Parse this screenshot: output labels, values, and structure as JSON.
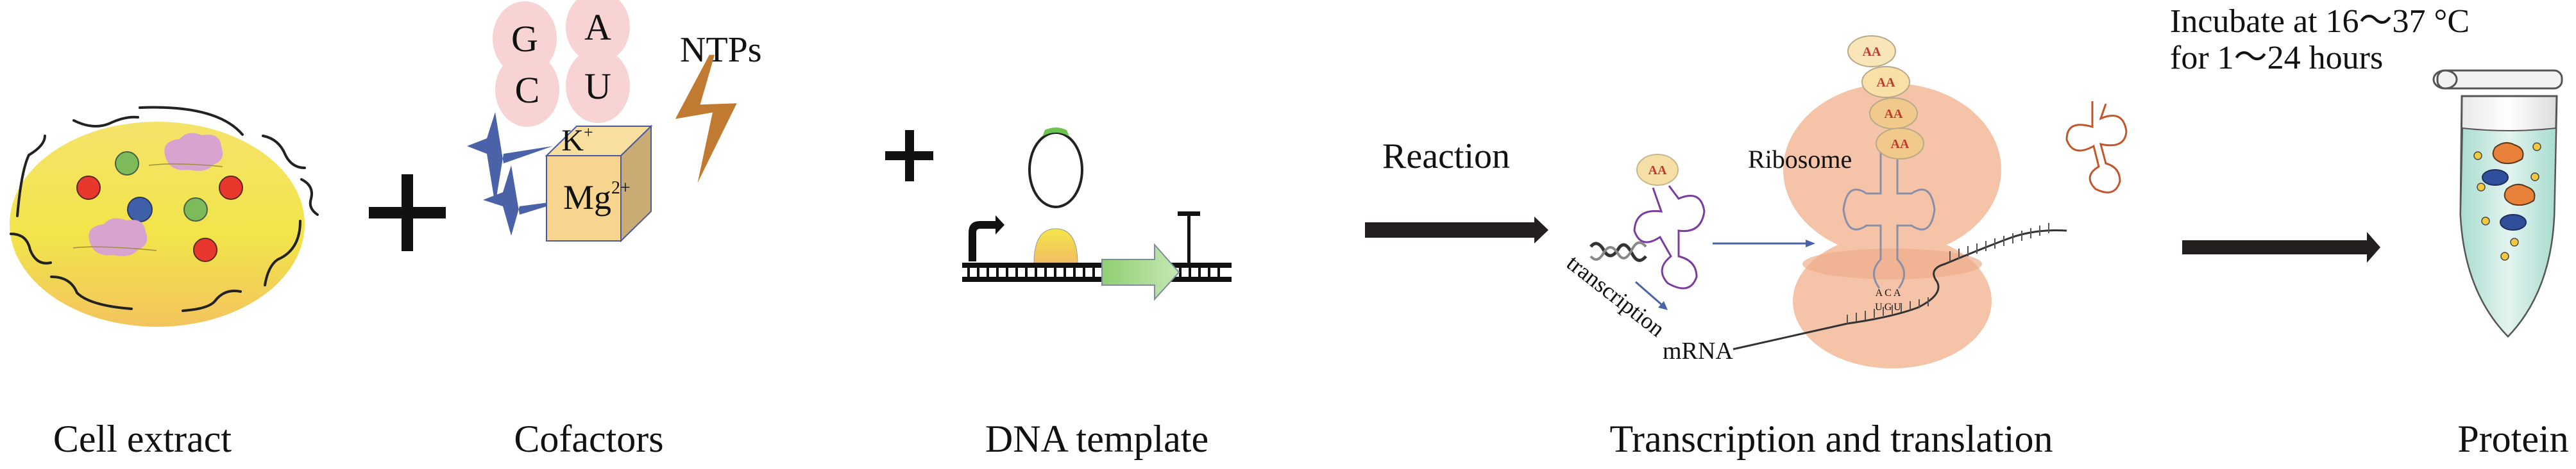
{
  "figure": {
    "steps": [
      {
        "id": "cell-extract",
        "caption": "Cell extract"
      },
      {
        "id": "cofactors",
        "caption": "Cofactors"
      },
      {
        "id": "dna-template",
        "caption": "DNA template"
      },
      {
        "id": "transcription-translation",
        "caption": "Transcription and translation"
      },
      {
        "id": "protein",
        "caption": "Protein"
      }
    ],
    "operators": {
      "plus": "+"
    },
    "cofactors": {
      "nucleotides": [
        "G",
        "A",
        "C",
        "U"
      ],
      "ntps_label": "NTPs",
      "ion_top": "K",
      "ion_top_charge": "+",
      "ion_main": "Mg",
      "ion_main_charge": "2+"
    },
    "reaction": {
      "label": "Reaction"
    },
    "translation": {
      "ribosome_label": "Ribosome",
      "transcription_label": "transcription",
      "mrna_label": "mRNA",
      "amino_acid_label": "AA",
      "anticodon": "ACA",
      "codon": "UGU"
    },
    "incubation": {
      "line1": "Incubate at 16～37 °C",
      "line2": "for 1～24 hours"
    },
    "colors": {
      "cell_fill": "#f2e44a",
      "cell_fill_bottom": "#f3c45e",
      "red": "#e8382d",
      "green": "#7dbb5a",
      "blue": "#3f5fa8",
      "pink_protein": "#d9a3cf",
      "nucleotide": "#f8d3d3",
      "star": "#4a63a8",
      "cube_front": "#f7d58f",
      "cube_top": "#f9df9f",
      "cube_side": "#c9ab74",
      "bolt": "#c07a32",
      "ribosome": "#f5c4a8",
      "aa_fill": "#f6dfa6",
      "trna_purple": "#7a3ca0",
      "trna_orange": "#c2552a",
      "liquid": "#bfe6dd",
      "arrow": "#231f1e"
    }
  }
}
